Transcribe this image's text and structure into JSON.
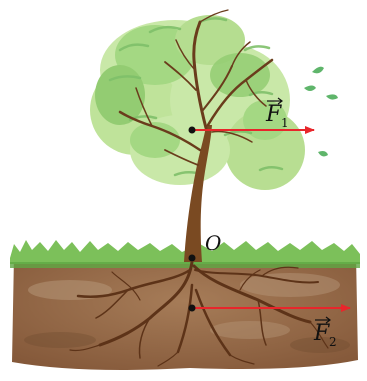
{
  "diagram": {
    "point_O_label": "O",
    "force_1": {
      "symbol": "F",
      "subscript": "1",
      "color": "#e8262b"
    },
    "force_2": {
      "symbol": "F",
      "subscript": "2",
      "color": "#e8262b"
    },
    "colors": {
      "foliage_light": "#c9e8a8",
      "foliage_mid": "#a4d883",
      "foliage_dark": "#7fc06a",
      "trunk": "#7a4a22",
      "soil": "#9a6f4c",
      "soil_dark": "#7d5436",
      "grass": "#7cc05a",
      "roots": "#5d3318"
    }
  }
}
